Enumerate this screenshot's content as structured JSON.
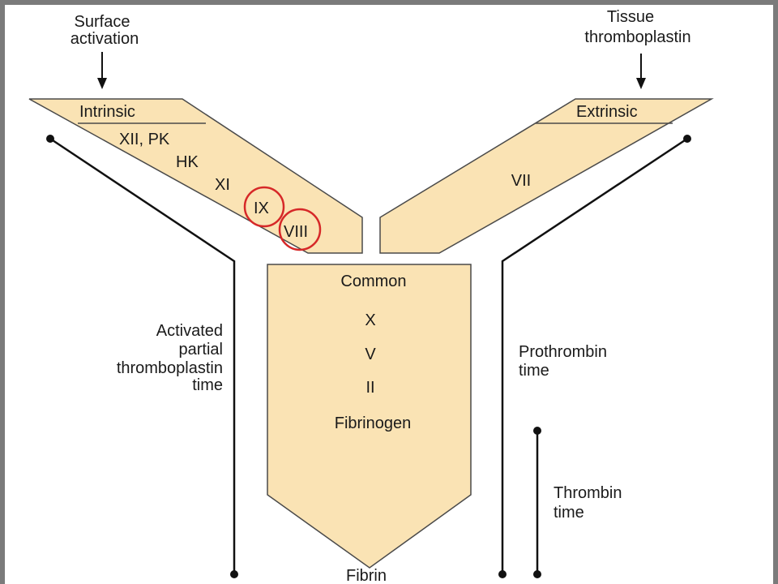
{
  "colors": {
    "frame": "#7b7b7b",
    "background": "#ffffff",
    "pathway_fill": "#fae3b4",
    "outline": "#4a4a4a",
    "line": "#111111",
    "highlight_circle": "#d62828"
  },
  "top_labels": {
    "surface_activation": [
      "Surface",
      "activation"
    ],
    "tissue_thromboplastin": [
      "Tissue",
      "thromboplastin"
    ]
  },
  "intrinsic": {
    "header": "Intrinsic",
    "factors": [
      "XII, PK",
      "HK",
      "XI",
      "IX",
      "VIII"
    ],
    "highlighted": [
      "IX",
      "VIII"
    ]
  },
  "extrinsic": {
    "header": "Extrinsic",
    "factors": [
      "VII"
    ]
  },
  "common": {
    "header": "Common",
    "factors": [
      "X",
      "V",
      "II",
      "Fibrinogen"
    ],
    "product": "Fibrin"
  },
  "tests": {
    "aptt": [
      "Activated",
      "partial",
      "thromboplastin",
      "time"
    ],
    "pt": [
      "Prothrombin",
      "time"
    ],
    "tt": [
      "Thrombin",
      "time"
    ]
  }
}
